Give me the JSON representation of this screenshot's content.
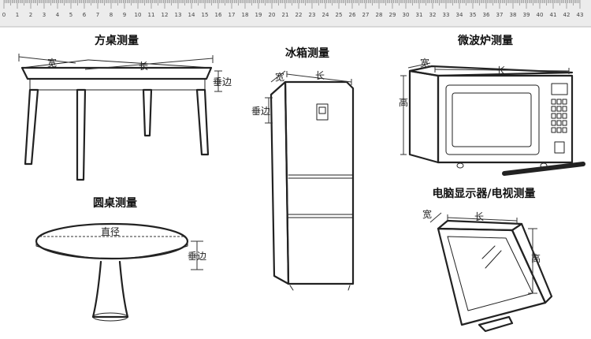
{
  "ruler": {
    "numbers": [
      "0",
      "1",
      "2",
      "3",
      "4",
      "5",
      "6",
      "7",
      "8",
      "9",
      "10",
      "11",
      "12",
      "13",
      "14",
      "15",
      "16",
      "17",
      "18",
      "19",
      "20",
      "21",
      "22",
      "23",
      "24",
      "25",
      "26",
      "27",
      "28",
      "29",
      "30",
      "31",
      "32",
      "33",
      "34",
      "35",
      "36",
      "37",
      "38",
      "39",
      "40",
      "41",
      "42",
      "43"
    ]
  },
  "sections": {
    "square_table": {
      "title": "方桌测量",
      "width_label": "宽",
      "length_label": "长",
      "drop_label": "垂边"
    },
    "refrigerator": {
      "title": "冰箱测量",
      "width_label": "宽",
      "length_label": "长",
      "drop_label": "垂边"
    },
    "microwave": {
      "title": "微波炉测量",
      "width_label": "宽",
      "length_label": "长",
      "height_label": "高"
    },
    "round_table": {
      "title": "圆桌测量",
      "diameter_label": "直径",
      "drop_label": "垂边"
    },
    "monitor": {
      "title": "电脑显示器/电视测量",
      "width_label": "宽",
      "length_label": "长",
      "height_label": "高"
    }
  }
}
